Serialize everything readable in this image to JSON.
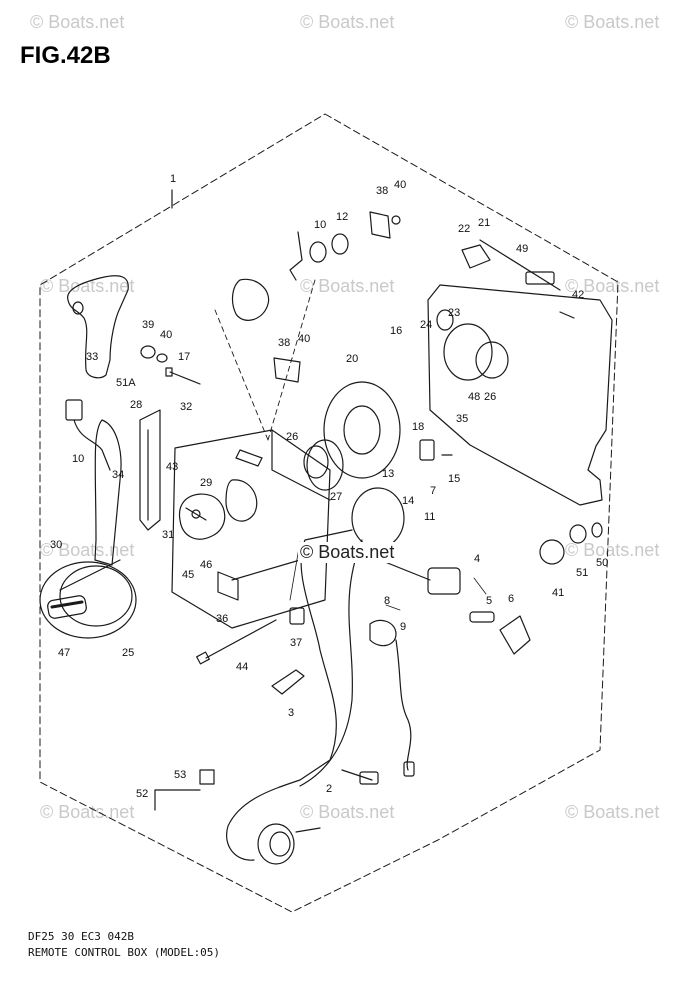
{
  "figure": {
    "title": "FIG.42B",
    "footer_code": "DF25 30 EC3  042B",
    "footer_caption": "REMOTE CONTROL BOX (MODEL:05)"
  },
  "watermark": {
    "text": "© Boats.net",
    "center_text": "© Boats.net",
    "color": "#c9c9c9"
  },
  "part_labels": [
    "1",
    "2",
    "3",
    "4",
    "5",
    "6",
    "7",
    "8",
    "9",
    "10",
    "10",
    "11",
    "12",
    "13",
    "14",
    "15",
    "16",
    "17",
    "18",
    "20",
    "21",
    "22",
    "23",
    "24",
    "25",
    "26",
    "26",
    "27",
    "28",
    "29",
    "30",
    "31",
    "32",
    "33",
    "34",
    "35",
    "36",
    "37",
    "38",
    "38",
    "39",
    "40",
    "40",
    "40",
    "41",
    "42",
    "43",
    "44",
    "45",
    "46",
    "47",
    "48",
    "49",
    "50",
    "51",
    "51A",
    "52",
    "53"
  ],
  "colors": {
    "line": "#1a1a1a",
    "background": "#ffffff"
  }
}
